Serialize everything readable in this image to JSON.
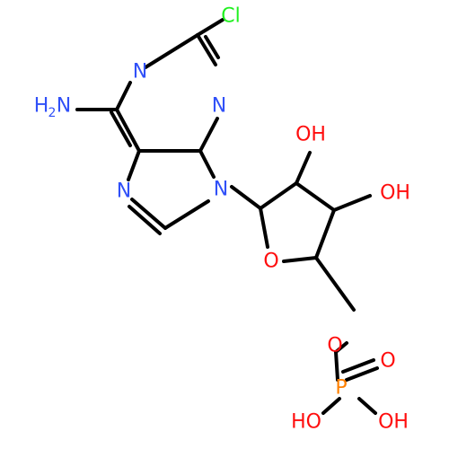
{
  "molecule": {
    "atoms": {
      "n_top": "N",
      "cl": "Cl",
      "nh2_h": "H",
      "nh2_sub": "2",
      "nh2_n": "N",
      "n_mid": "N",
      "n7": "N",
      "n9": "N",
      "oh_upper": "OH",
      "oh_right": "OH",
      "o_ring": "O",
      "o_link": "O",
      "o_double": "O",
      "p": "P",
      "ho_left": "HO",
      "oh_bottom": "OH"
    },
    "colors": {
      "bond": "#000000",
      "nitrogen": "#3050f8",
      "oxygen": "#ff0d0d",
      "chlorine": "#1ff01f",
      "phosphorus": "#ff8000"
    }
  }
}
